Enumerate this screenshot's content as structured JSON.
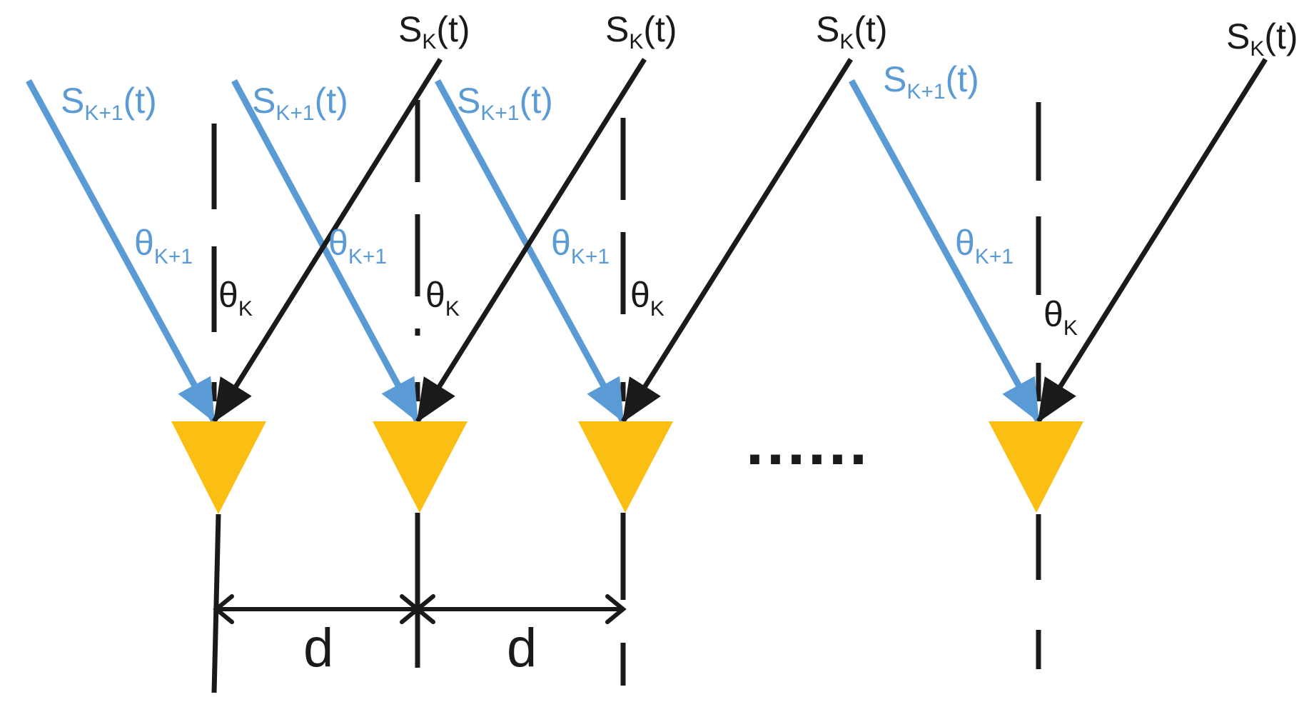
{
  "colors": {
    "signal_k": "#1a1a1a",
    "signal_k1": "#5b9bd5",
    "sensor": "#fbbf14",
    "axis": "#1a1a1a"
  },
  "labels": {
    "signal_k": {
      "base": "S",
      "sub": "K",
      "tail": "(t)"
    },
    "signal_k1": {
      "base": "S",
      "sub": "K+1",
      "tail": "(t)"
    },
    "theta_k": {
      "base": "θ",
      "sub": "K"
    },
    "theta_k1": {
      "base": "θ",
      "sub": "K+1"
    },
    "spacing": "d",
    "ellipsis": "......"
  },
  "array": {
    "sensors": [
      {
        "id": "sensor-1"
      },
      {
        "id": "sensor-2"
      },
      {
        "id": "sensor-3"
      },
      {
        "id": "sensor-n"
      }
    ],
    "spacing_labels": [
      "d",
      "d"
    ]
  }
}
